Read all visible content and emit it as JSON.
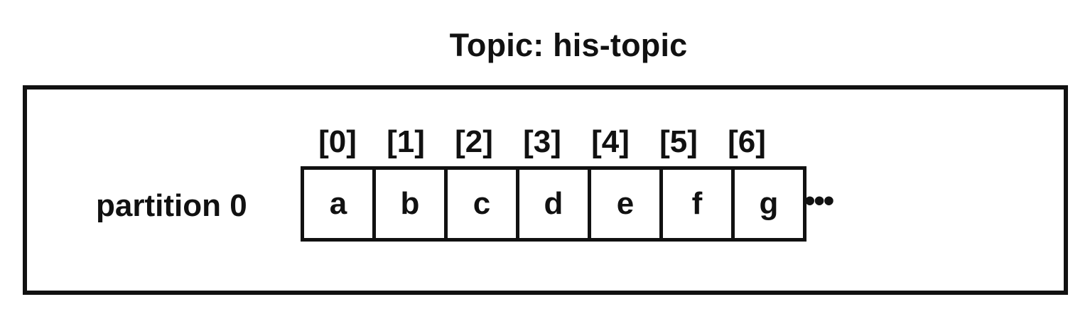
{
  "title": "Topic: his-topic",
  "partition": {
    "label": "partition 0",
    "offsets": [
      "[0]",
      "[1]",
      "[2]",
      "[3]",
      "[4]",
      "[5]",
      "[6]"
    ],
    "records": [
      "a",
      "b",
      "c",
      "d",
      "e",
      "f",
      "g"
    ],
    "more": "•••"
  }
}
